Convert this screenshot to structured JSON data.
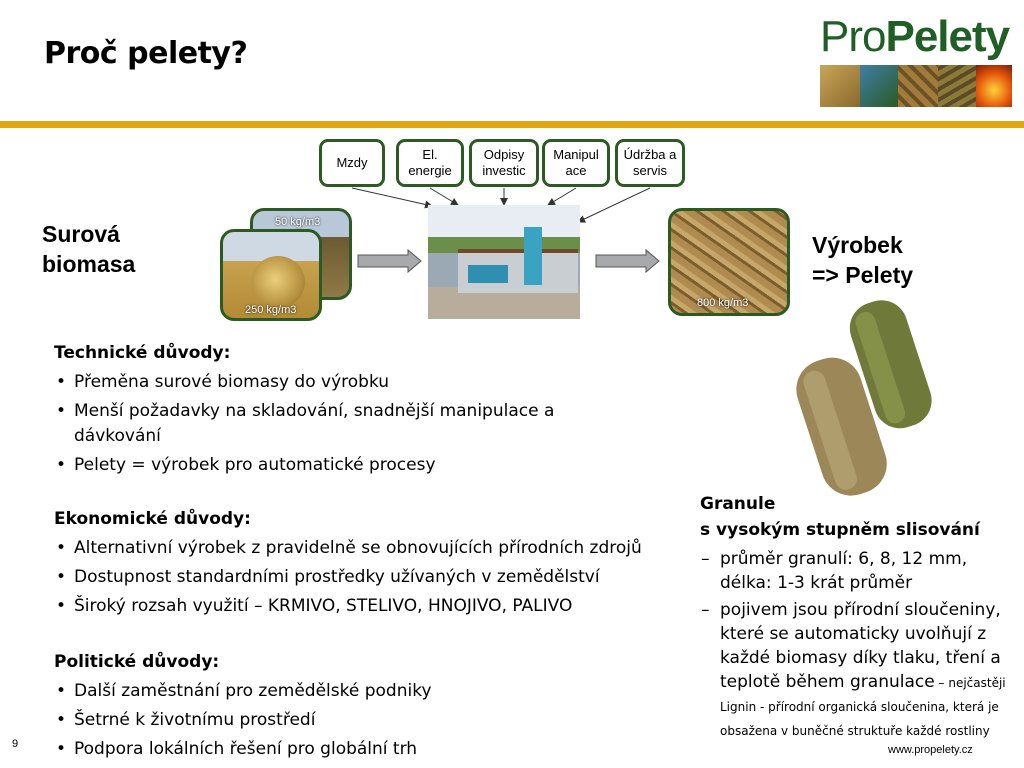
{
  "slide": {
    "title": "Proč pelety?",
    "page_number": "9",
    "website": "www.propelety.cz"
  },
  "logo": {
    "part1": "Pro",
    "part2": "Pelety"
  },
  "cost_inputs": [
    "Mzdy",
    "El. energie",
    "Odpisy investic",
    "Manipul ace",
    "Údržba a servis"
  ],
  "process": {
    "input_label_line1": "Surová",
    "input_label_line2": "biomasa",
    "density_low": "50 kg/m3",
    "density_bale": "250 kg/m3",
    "density_pellets": "800 kg/m3",
    "output_label_line1": "Výrobek",
    "output_label_line2": "=> Pelety"
  },
  "technical": {
    "heading": "Technické důvody:",
    "items": [
      "Přeměna surové biomasy do výrobku",
      "Menší požadavky na skladování, snadnější manipulace a dávkování",
      "Pelety = výrobek pro automatické procesy"
    ]
  },
  "economic": {
    "heading": "Ekonomické důvody:",
    "items": [
      "Alternativní výrobek z pravidelně se obnovujících přírodních zdrojů",
      "Dostupnost standardními prostředky užívaných v zemědělství",
      "Široký rozsah využití – KRMIVO, STELIVO, HNOJIVO, PALIVO"
    ]
  },
  "political": {
    "heading": "Politické důvody:",
    "items": [
      "Další zaměstnání pro zemědělské podniky",
      "Šetrné k životnímu prostředí",
      "Podpora lokálních řešení pro globální trh"
    ]
  },
  "granule": {
    "heading_line1": "Granule",
    "heading_line2": "s vysokým stupněm slisování",
    "item1": "průměr granulí: 6, 8, 12 mm, délka: 1-3 krát průměr",
    "item2_main": "pojivem jsou přírodní sloučeniny, které se automaticky uvolňují z každé biomasy díky tlaku, tření a teplotě během granulace",
    "item2_small_lead": " – nejčastěji",
    "item2_small": "Lignin - přírodní organická sloučenina, která je obsažena v buněčné struktuře každé rostliny"
  },
  "colors": {
    "accent_band": "#e1a512",
    "box_border": "#2b5a22",
    "logo_green": "#1f5f26"
  }
}
